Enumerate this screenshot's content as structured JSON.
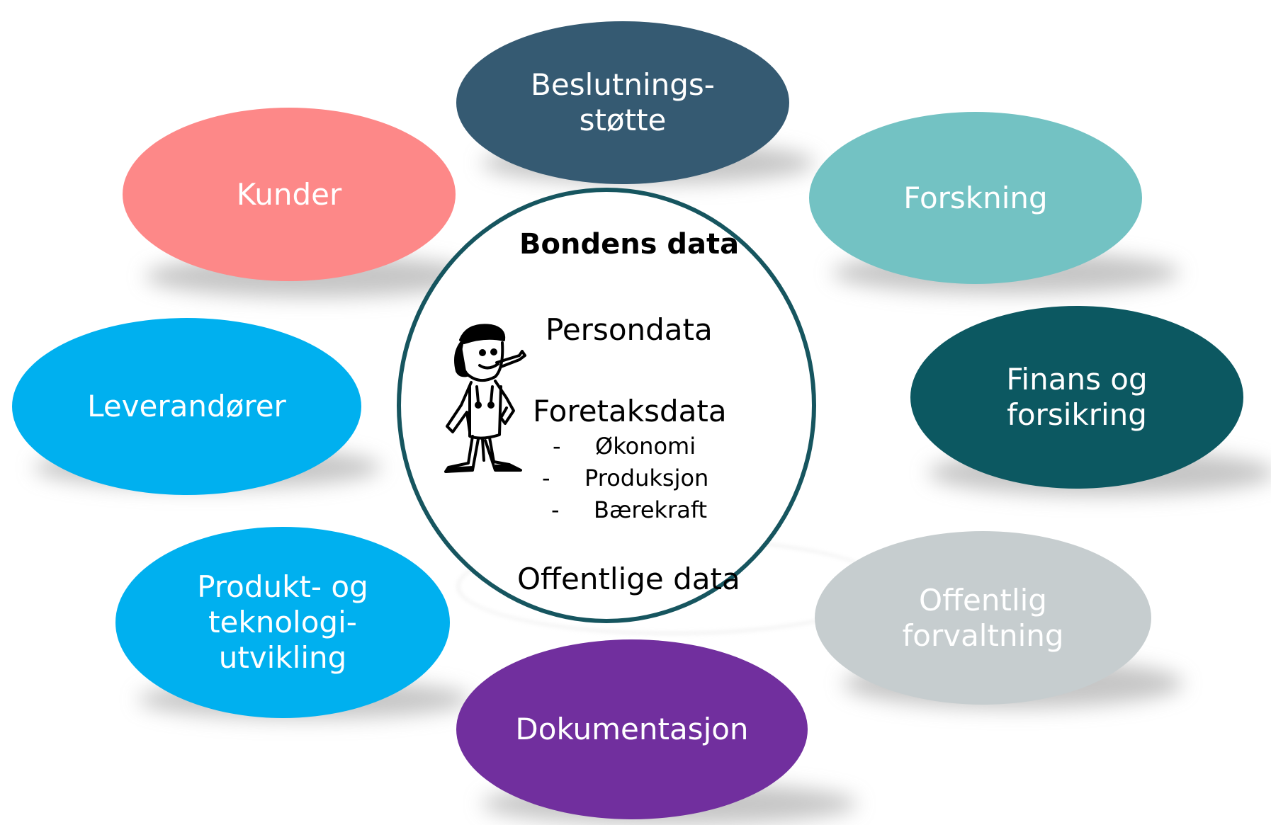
{
  "nodes": {
    "beslutning": {
      "label": "Beslutnings-\nstøtte",
      "color": "#355a72"
    },
    "kunder": {
      "label": "Kunder",
      "color": "#fd8888"
    },
    "forskning": {
      "label": "Forskning",
      "color": "#73c2c3"
    },
    "leverandor": {
      "label": "Leverandører",
      "color": "#00b0ef"
    },
    "finans": {
      "label": "Finans og\nforsikring",
      "color": "#0c5861"
    },
    "produkt": {
      "label": "Produkt- og\nteknologi-\nutvikling",
      "color": "#00b0ef"
    },
    "offentlig": {
      "label": "Offentlig\nforvaltning",
      "color": "#c6cdcf"
    },
    "dokument": {
      "label": "Dokumentasjon",
      "color": "#712f9e"
    }
  },
  "center": {
    "title": "Bondens data",
    "persondata": "Persondata",
    "foretaksdata": "Foretaksdata",
    "subitems": [
      {
        "dash": "-",
        "text": "Økonomi"
      },
      {
        "dash": "-",
        "text": "Produksjon"
      },
      {
        "dash": "-",
        "text": "Bærekraft"
      }
    ],
    "offentlige": "Offentlige data",
    "border_color": "#16555f",
    "icon": "farmer-icon"
  }
}
